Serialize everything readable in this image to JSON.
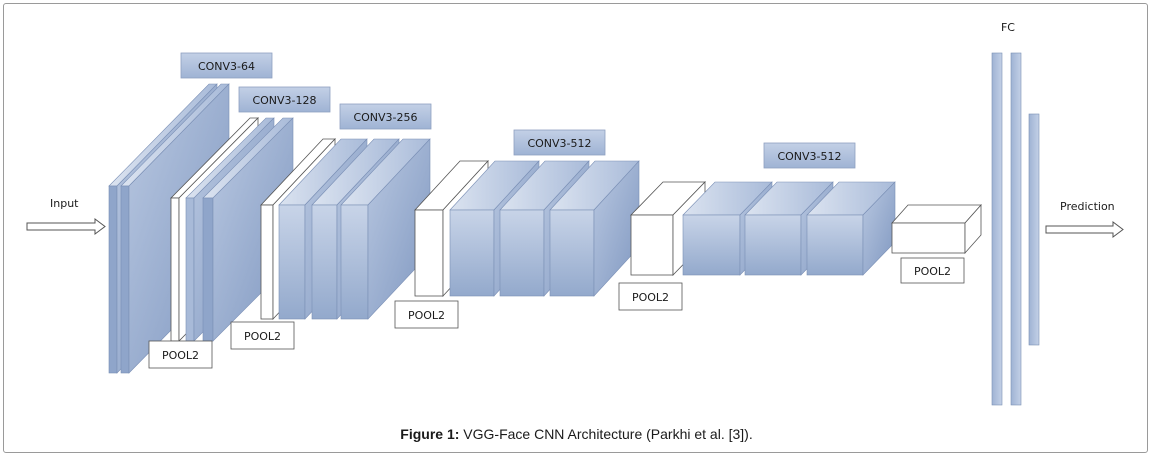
{
  "diagram": {
    "input_label": "Input",
    "output_label": "Prediction",
    "fc_label": "FC",
    "conv_labels": [
      "CONV3-64",
      "CONV3-128",
      "CONV3-256",
      "CONV3-512",
      "CONV3-512"
    ],
    "pool_labels": [
      "POOL2",
      "POOL2",
      "POOL2",
      "POOL2",
      "POOL2"
    ]
  },
  "caption": {
    "label": "Figure 1:",
    "text": " VGG-Face CNN Architecture (Parkhi et al. [3])."
  },
  "colors": {
    "layer_front_dark": "#8ea4c9",
    "layer_front_light": "#c6d3e8",
    "layer_top": "#b9c8e1",
    "layer_side": "#6f87b3",
    "tag_fill": "#aebfd9",
    "pool_fill": "#ffffff"
  }
}
